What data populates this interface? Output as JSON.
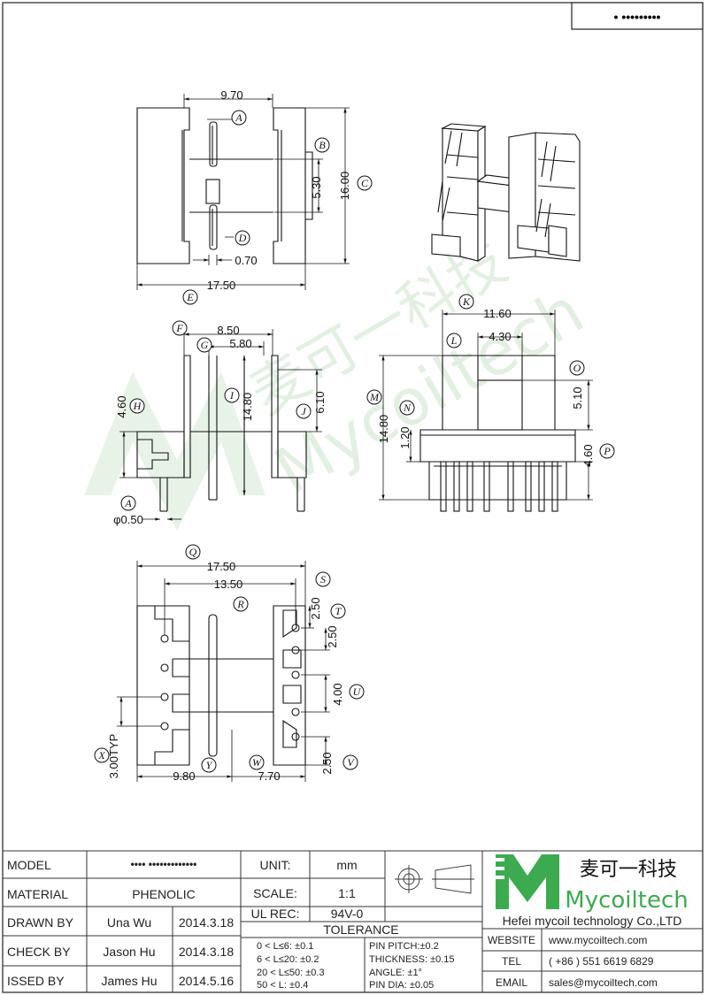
{
  "header": {
    "part_number": "• •••••••••"
  },
  "top_view": {
    "dims": {
      "width_top": "9.70",
      "height_inner": "5.30",
      "height_total": "16.00",
      "slot": "0.70",
      "width_total": "17.50"
    },
    "labels": {
      "a": "A",
      "b": "B",
      "c": "C",
      "d": "D",
      "e": "E"
    }
  },
  "side_view": {
    "dims": {
      "f": "8.50",
      "g": "5.80",
      "i": "14.80",
      "j": "6.10",
      "h": "4.60",
      "pin": "φ0.50"
    },
    "labels": {
      "f": "F",
      "g": "G",
      "i": "I",
      "j": "J",
      "h": "H",
      "a": "A"
    }
  },
  "front_view": {
    "dims": {
      "k": "11.60",
      "l": "4.30",
      "o": "5.10",
      "m": "14.80",
      "n": "1.20",
      "p": "4.60"
    },
    "labels": {
      "k": "K",
      "l": "L",
      "o": "O",
      "m": "M",
      "n": "N",
      "p": "P"
    }
  },
  "bottom_view": {
    "dims": {
      "q": "17.50",
      "r": "13.50",
      "s": "2.50",
      "t": "2.50",
      "u": "4.00",
      "v": "2.50",
      "x": "3.00TYP",
      "y": "9.80",
      "w": "7.70"
    },
    "labels": {
      "q": "Q",
      "r": "R",
      "s": "S",
      "t": "T",
      "u": "U",
      "v": "V",
      "x": "X",
      "y": "Y",
      "w": "W"
    }
  },
  "watermark": {
    "cn": "麦可一科技",
    "en": "Mycoiltech"
  },
  "title_block": {
    "model_label": "MODEL",
    "model_value": "••••  •••••••••••••",
    "material_label": "MATERIAL",
    "material_value": "PHENOLIC",
    "drawn_label": "DRAWN BY",
    "drawn_name": "Una Wu",
    "drawn_date": "2014.3.18",
    "check_label": "CHECK BY",
    "check_name": "Jason Hu",
    "check_date": "2014.3.18",
    "issued_label": "ISSED BY",
    "issued_name": "James Hu",
    "issued_date": "2014.5.16",
    "unit_label": "UNIT:",
    "unit_value": "mm",
    "scale_label": "SCALE:",
    "scale_value": "1:1",
    "ul_label": "UL REC:",
    "ul_value": "94V-0",
    "tolerance_label": "TOLERANCE",
    "tol": [
      "0 < L≤6:  ±0.1",
      "6 < L≤20:  ±0.2",
      "20 < L≤50:  ±0.3",
      "50 < L:  ±0.4"
    ],
    "pin_tol": [
      "PIN PITCH:±0.2",
      "THICKNESS:  ±0.15",
      "ANGLE:  ±1°",
      "PIN DIA:  ±0.05"
    ],
    "logo_cn": "麦可一科技",
    "logo_en": "Mycoiltech",
    "company": "Hefei mycoil technology Co.,LTD",
    "website_label": "WEBSITE",
    "website": "www.mycoiltech.com",
    "tel_label": "TEL",
    "tel": "( +86 ) 551 6619 6829",
    "email_label": "EMAIL",
    "email": "sales@mycoiltech.com"
  },
  "colors": {
    "logo_green": "#3cab4f",
    "watermark_green": "#dcefdc"
  }
}
